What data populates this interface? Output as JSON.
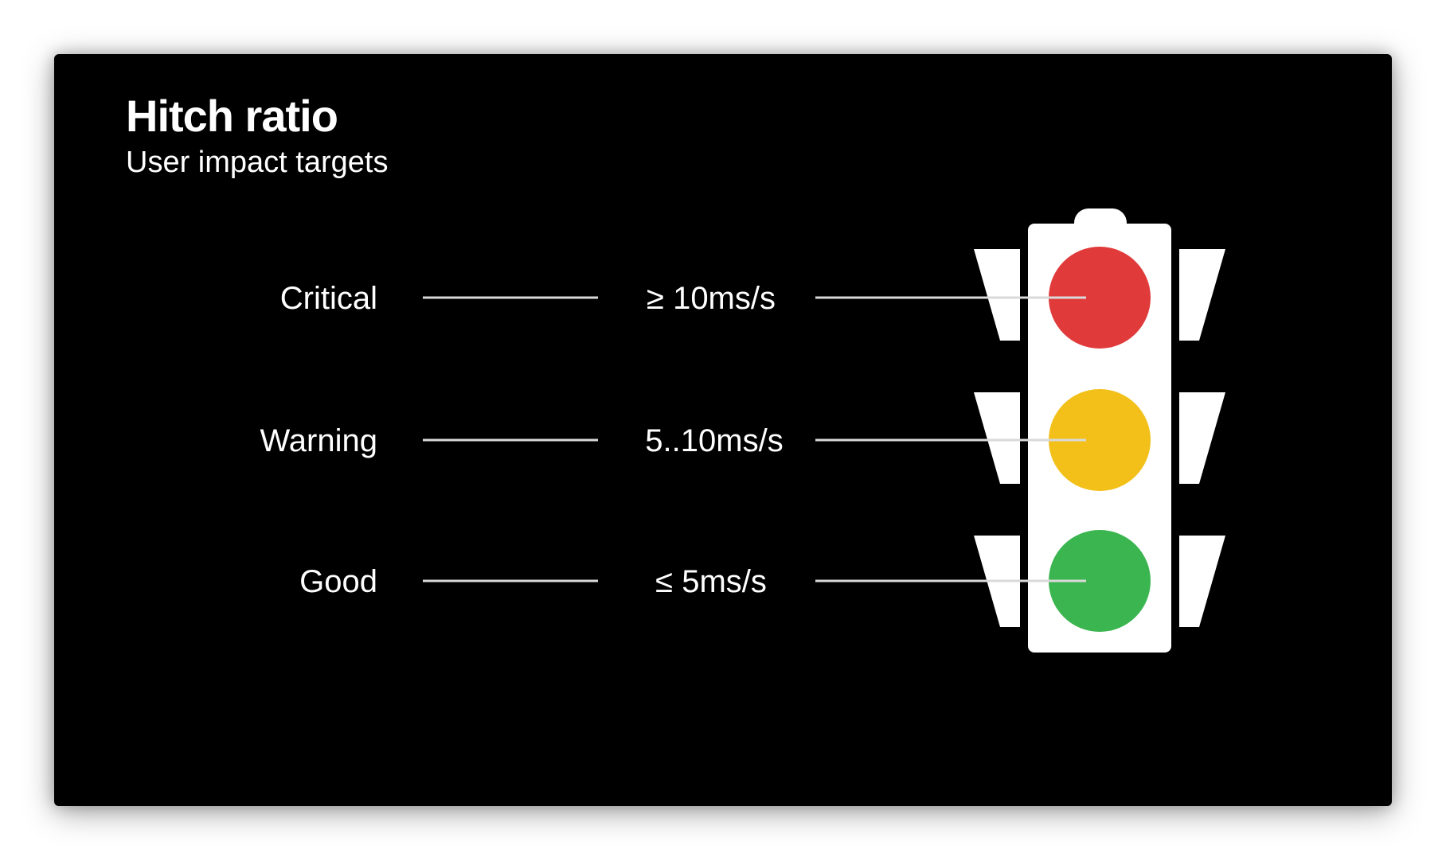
{
  "slide": {
    "title": "Hitch ratio",
    "subtitle": "User impact targets"
  },
  "levels": [
    {
      "label": "Critical",
      "value": "≥ 10ms/s",
      "color": "#e03a3a"
    },
    {
      "label": "Warning",
      "value": "5..10ms/s",
      "color": "#f2c018"
    },
    {
      "label": "Good",
      "value": "≤ 5ms/s",
      "color": "#3ab54f"
    }
  ],
  "colors": {
    "background": "#000000",
    "foreground": "#ffffff",
    "connector": "#d9d9d9"
  }
}
